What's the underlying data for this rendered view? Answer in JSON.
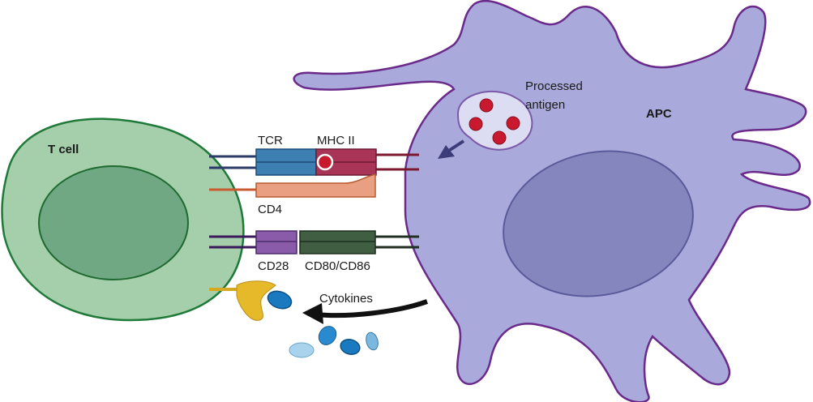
{
  "labels": {
    "t_cell": "T cell",
    "apc": "APC",
    "processed_antigen_line1": "Processed",
    "processed_antigen_line2": "antigen",
    "tcr": "TCR",
    "mhc2": "MHC II",
    "cd4": "CD4",
    "cd28": "CD28",
    "cd80_cd86": "CD80/CD86",
    "cytokines": "Cytokines"
  },
  "colors": {
    "t_cell_body": "#a5cfab",
    "t_cell_nucleus": "#6fa883",
    "t_cell_outline": "#1f7a3a",
    "apc_body": "#a9a9dc",
    "apc_nucleus": "#8686bf",
    "apc_outline": "#6a2a8a",
    "tcr": "#3d7fb0",
    "mhc2": "#a83458",
    "cd4": "#e89f82",
    "cd28": "#8a5ba8",
    "cd80_cd86": "#3f5e42",
    "antigen": "#c8192e",
    "cytokine_blue": "#2a8ad0",
    "cytokine_light": "#a9d3ec",
    "receptor": "#e6b92a"
  }
}
